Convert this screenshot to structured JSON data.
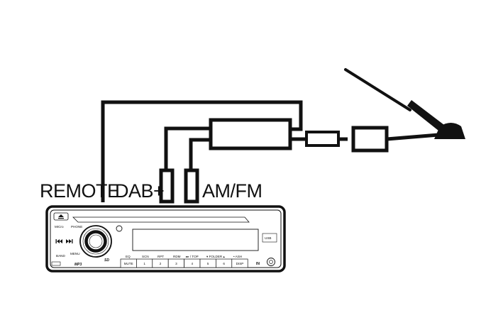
{
  "labels": {
    "remote": "REMOTE",
    "dab": "DAB+",
    "amfm": "AM/FM"
  },
  "head_unit": {
    "mic": "MICro",
    "phone": "PHONE",
    "band": "BAND",
    "menu": "MENU",
    "mp3": "MP3",
    "sd": "SD",
    "usb": "USB",
    "in": "IN",
    "top_labels": [
      "EQ",
      "SCN",
      "RPT",
      "RDM",
      "▸▸ / TOP",
      "▾ FOLDER ▴",
      "• ASH"
    ],
    "keys": [
      "MUTE",
      "1",
      "2",
      "3",
      "4",
      "5",
      "6",
      "DISP"
    ]
  },
  "icons": {
    "eject": "eject-icon",
    "prev": "previous-track-icon",
    "next": "next-track-icon",
    "volume_knob": "volume-knob-icon"
  },
  "colors": {
    "line": "#111111",
    "background": "#ffffff"
  }
}
